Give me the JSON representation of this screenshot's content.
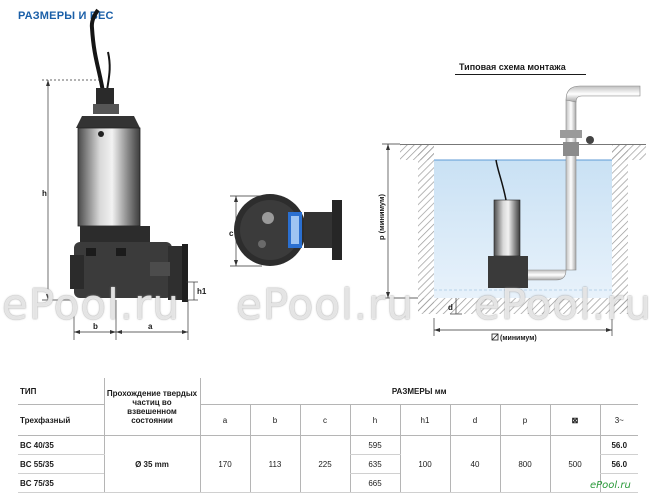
{
  "page": {
    "title": "РАЗМЕРЫ И ВЕС"
  },
  "scheme": {
    "title": "Типовая схема монтажа"
  },
  "drawing_labels": {
    "pump_h": "h",
    "pump_h1": "h1",
    "pump_b": "b",
    "pump_a": "a",
    "top_c": "c",
    "install_p": "p (минимум)",
    "install_d": "d",
    "install_width": "(минимум)"
  },
  "watermark": {
    "text": "ePool.ru",
    "corner": "ePool.ru"
  },
  "table": {
    "type_header": "ТИП",
    "passage_header": "Прохождение твердых частиц во взвешенном состоянии",
    "dims_header": "РАЗМЕРЫ мм",
    "phase_label": "Трехфазный",
    "columns": [
      "a",
      "b",
      "c",
      "h",
      "h1",
      "d",
      "p",
      "⊠",
      "3~"
    ],
    "passage_value": "Ø 35 mm",
    "shared": {
      "a": "170",
      "b": "113",
      "c": "225",
      "h1": "100",
      "d": "40",
      "p": "800",
      "box": "500"
    },
    "rows": [
      {
        "model": "BC 40/35",
        "h": "595",
        "weight": "56.0"
      },
      {
        "model": "BC 55/35",
        "h": "635",
        "weight": "56.0"
      },
      {
        "model": "BC 75/35",
        "h": "665",
        "weight": ""
      }
    ]
  }
}
